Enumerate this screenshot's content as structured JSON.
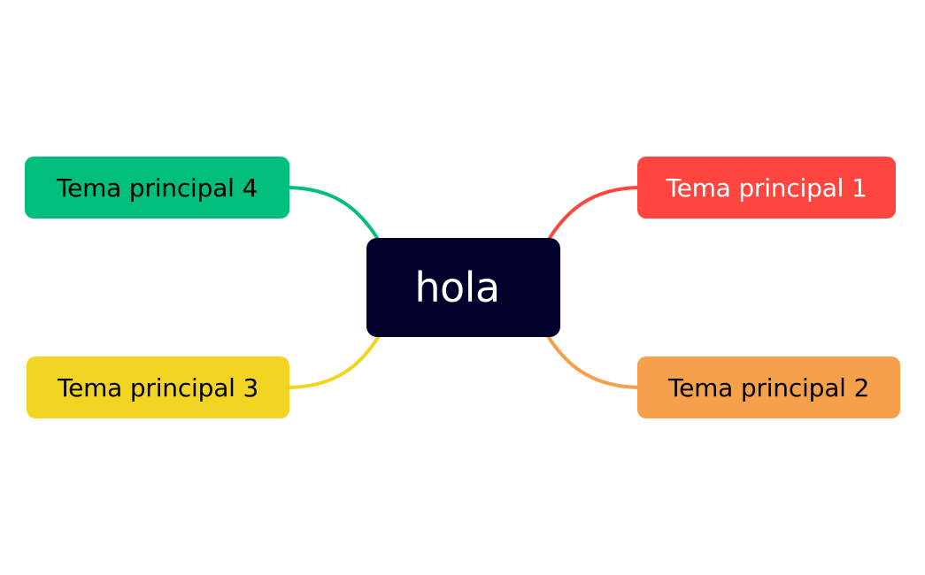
{
  "central": {
    "label": "hola",
    "color": "#00002a",
    "text_color": "#ffffff"
  },
  "topics": [
    {
      "id": "1",
      "label": "Tema principal 1",
      "color": "#ff453d",
      "text_color": "#ffffff"
    },
    {
      "id": "2",
      "label": "Tema principal 2",
      "color": "#f7a04b",
      "text_color": "#000000"
    },
    {
      "id": "3",
      "label": "Tema principal 3",
      "color": "#f2d422",
      "text_color": "#000000"
    },
    {
      "id": "4",
      "label": "Tema principal 4",
      "color": "#00bf7a",
      "text_color": "#000000"
    }
  ]
}
